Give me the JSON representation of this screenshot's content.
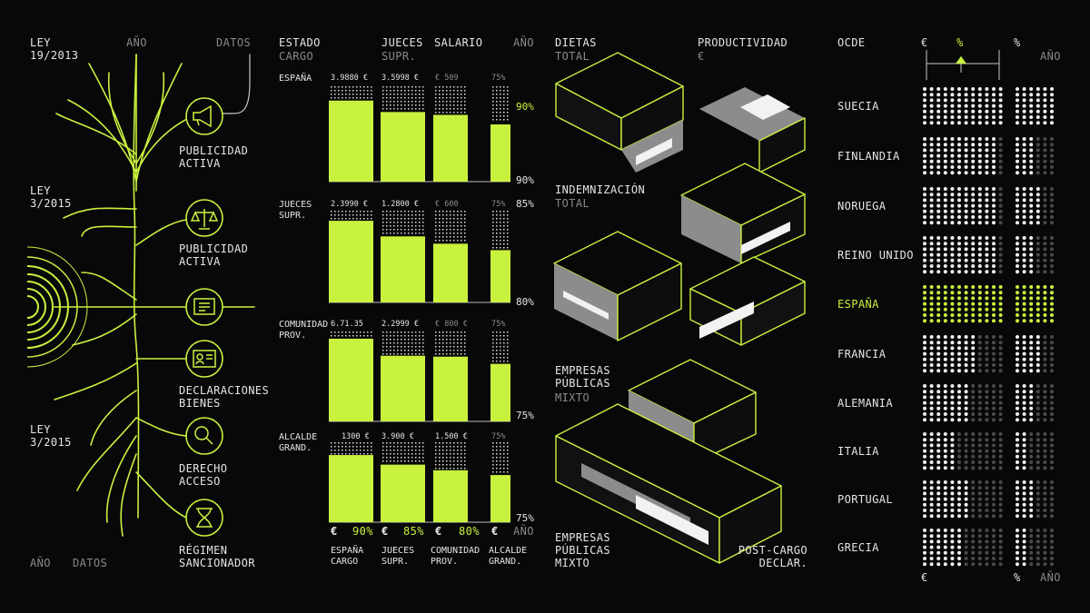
{
  "colors": {
    "accent": "#c9f23f",
    "background": "#080808",
    "text": "#e6e6e6",
    "muted": "#8a8a8a",
    "gray_block": "#8c8c8c"
  },
  "tree": {
    "laws": [
      "LEY\n19/2013",
      "LEY\n3/2015",
      "LEY\n3/2015"
    ],
    "header_year": "AÑO",
    "header_data": "DATOS",
    "footer_year": "AÑO",
    "footer_data": "DATOS",
    "nodes": [
      {
        "icon": "megaphone-icon",
        "label": "PUBLICIDAD\nACTIVA"
      },
      {
        "icon": "scales-icon",
        "label": "PUBLICIDAD\nACTIVA"
      },
      {
        "icon": "document-icon",
        "label": ""
      },
      {
        "icon": "id-card-icon",
        "label": "DECLARACIONES\nBIENES"
      },
      {
        "icon": "search-icon",
        "label": "DERECHO\nACCESO"
      },
      {
        "icon": "hourglass-icon",
        "label": "RÉGIMEN\nSANCIONADOR"
      }
    ]
  },
  "chart_data": [
    {
      "type": "bar",
      "columns": [
        "ESTADO",
        "JUECES",
        "SALARIO",
        "AÑO"
      ],
      "subheaders": [
        "CARGO",
        "SUPR."
      ],
      "right_axis_ticks": [
        "90%",
        "90%",
        "85%",
        "80%",
        "75%",
        "75%"
      ],
      "groups": [
        {
          "label": "ESPAÑA",
          "value_labels": [
            "3.9880 €",
            "3.5998 €",
            "€ 509",
            "75%"
          ],
          "values": [
            0.85,
            0.73,
            0.7,
            0.6
          ]
        },
        {
          "label": "JUECES\nSUPR.",
          "value_labels": [
            "2.3990 €",
            "1.2800 €",
            "€ 600",
            "75%"
          ],
          "values": [
            0.89,
            0.72,
            0.64,
            0.57
          ]
        },
        {
          "label": "COMUNIDAD\nPROV.",
          "value_labels": [
            "6.71.35",
            "2.2999 €",
            "€ 800 €",
            "75%"
          ],
          "values": [
            0.92,
            0.73,
            0.72,
            0.64
          ]
        },
        {
          "label": "ALCALDE\nGRAND.",
          "value_labels": [
            "1300 €",
            "3.900 €",
            "1.500 €",
            "75%"
          ],
          "values": [
            0.84,
            0.72,
            0.65,
            0.59
          ]
        }
      ],
      "bottom_values": [
        "€",
        "90%",
        "€",
        "85%",
        "€",
        "80%",
        "€",
        "AÑO"
      ],
      "bottom_labels": [
        "ESPAÑA\nCARGO",
        "JUECES\nSUPR.",
        "COMUNIDAD\nPROV.",
        "ALCALDE\nGRAND."
      ]
    },
    {
      "type": "table",
      "header": "OCDE",
      "axis_headers": [
        "€",
        "%",
        "%",
        "AÑO"
      ],
      "footer": [
        "€",
        "%",
        "AÑO"
      ],
      "countries": [
        {
          "name": "SUECIA",
          "primary": 1.0,
          "secondary": 0.95
        },
        {
          "name": "FINLANDIA",
          "primary": 0.92,
          "secondary": 0.55
        },
        {
          "name": "NORUEGA",
          "primary": 0.9,
          "secondary": 0.6
        },
        {
          "name": "REINO UNIDO",
          "primary": 0.95,
          "secondary": 0.5
        },
        {
          "name": "ESPAÑA",
          "primary": 1.0,
          "secondary": 0.97,
          "highlight": true
        },
        {
          "name": "FRANCIA",
          "primary": 0.7,
          "secondary": 0.6
        },
        {
          "name": "ALEMANIA",
          "primary": 0.55,
          "secondary": 0.5
        },
        {
          "name": "ITALIA",
          "primary": 0.45,
          "secondary": 0.4
        },
        {
          "name": "PORTUGAL",
          "primary": 0.55,
          "secondary": 0.45
        },
        {
          "name": "GRECIA",
          "primary": 0.5,
          "secondary": 0.4
        }
      ]
    }
  ],
  "blocks": {
    "title1": "DIETAS",
    "sub1": "TOTAL",
    "title2": "PRODUCTIVIDAD",
    "sub2": "€",
    "label3": "INDEMNIZACIÓN",
    "sub3": "TOTAL",
    "label4": "EMPRESAS\nPÚBLICAS",
    "sub4": "MIXTO",
    "label5": "EMPRESAS\nPÚBLICAS\nMIXTO",
    "label6": "POST-CARGO\nDECLAR."
  }
}
